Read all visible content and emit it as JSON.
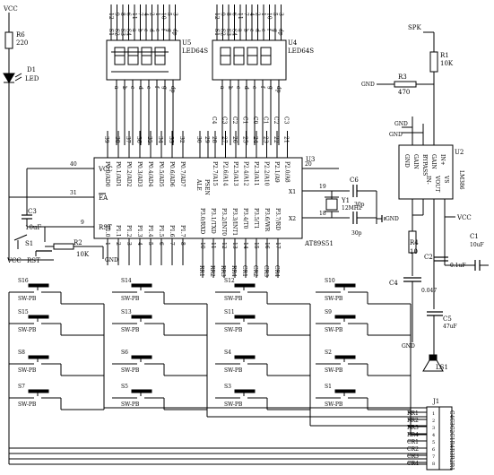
{
  "power": {
    "vcc_top": "VCC",
    "vcc_reset": "VCC",
    "vcc_amp": "VCC",
    "gnd": "GND"
  },
  "led_circuit": {
    "r6_ref": "R6",
    "r6_val": "220",
    "d1_ref": "D1",
    "d1_val": "LED"
  },
  "displays": [
    {
      "ref": "U5",
      "part": "LED64S",
      "top_pins": [
        "12",
        "9",
        "8",
        "6",
        "11",
        "7",
        "4",
        "2",
        "1",
        "10",
        "5",
        "3"
      ],
      "top_names": [
        "S1",
        "S2",
        "S3",
        "S4",
        "a",
        "b",
        "c",
        "d",
        "e",
        "f",
        "g",
        "dp"
      ],
      "bottom_names": [
        "a",
        "b",
        "c",
        "d",
        "e",
        "f",
        "g",
        "dp"
      ]
    },
    {
      "ref": "U4",
      "part": "LED64S",
      "top_pins": [
        "12",
        "9",
        "8",
        "6",
        "11",
        "7",
        "4",
        "2",
        "1",
        "10",
        "5",
        "3"
      ],
      "top_names": [
        "S1",
        "S2",
        "S3",
        "S4",
        "a",
        "b",
        "c",
        "d",
        "e",
        "f",
        "g",
        "dp"
      ],
      "bottom_names": [
        "a",
        "b",
        "c",
        "d",
        "e",
        "f",
        "g",
        "dp"
      ]
    }
  ],
  "mcu": {
    "ref": "U3",
    "part": "AT89S51",
    "vcc_label": "VCC",
    "vcc_pin": "40",
    "ea_label": "EA",
    "ea_pin": "31",
    "rst_label": "RST",
    "rst_pin": "9",
    "gnd_label": "GND",
    "gnd_pin": "20",
    "x1_label": "X1",
    "x1_pin": "19",
    "x2_label": "X2",
    "x2_pin": "18",
    "ale_label": "ALE",
    "psen_label": "PSEN",
    "ale_pin": "30",
    "psen_pin": "29",
    "p0": [
      "P0.0/AD0",
      "P0.1/AD1",
      "P0.2/AD2",
      "P0.3/AD3",
      "P0.4/AD4",
      "P0.5/AD5",
      "P0.6/AD6",
      "P0.7/AD7"
    ],
    "p0_pins": [
      "39",
      "38",
      "37",
      "36",
      "35",
      "34",
      "33",
      "32"
    ],
    "p2": [
      "P2.7/A15",
      "P2.6/A14",
      "P2.5/A13",
      "P2.4/A12",
      "P2.3/A11",
      "P2.2/A10",
      "P2.1/A9",
      "P2.0/A8"
    ],
    "p2_pins": [
      "28",
      "27",
      "26",
      "25",
      "24",
      "23",
      "22",
      "21"
    ],
    "p1": [
      "P1.0",
      "P1.1",
      "P1.2",
      "P1.3",
      "P1.4",
      "P1.5",
      "P1.6",
      "P1.7"
    ],
    "p1_pins": [
      "1",
      "2",
      "3",
      "4",
      "5",
      "6",
      "7",
      "8"
    ],
    "p3": [
      "P3.0/RXD",
      "P3.1/TXD",
      "P3.2/INT0",
      "P3.3/INT1",
      "P3.4/T0",
      "P3.5/T1",
      "P3.6/WR",
      "P3.7/RD"
    ],
    "p3_pins": [
      "10",
      "11",
      "12",
      "13",
      "14",
      "15",
      "16",
      "17"
    ],
    "p3_nets": [
      "RR1",
      "RR2",
      "RR3",
      "RR4",
      "CR1",
      "CR2",
      "CR3",
      "CR4"
    ],
    "p2_nets": [
      "C4",
      "C3",
      "C2",
      "C1",
      "C0",
      "C1",
      "C2",
      "C3"
    ]
  },
  "reset_circuit": {
    "c3_ref": "C3",
    "c3_val": "10uF",
    "r2_ref": "R2",
    "r2_val": "10K",
    "sw_ref": "S1",
    "sw_label": "RST"
  },
  "crystal": {
    "y1_ref": "Y1",
    "y1_val": "12MHz",
    "c6_ref": "C6",
    "c6_val": "30p",
    "c7_val": "30p"
  },
  "amplifier": {
    "ref": "U2",
    "part": "LM386",
    "pins": [
      "GND",
      "GAIN",
      "BYPASS",
      "GAIN",
      "IN+",
      "IN-",
      "VOUT",
      "VS"
    ],
    "r1_ref": "R1",
    "r1_val": "10K",
    "r3_ref": "R3",
    "r3_val": "470",
    "spk": "SPK",
    "r4_ref": "R4",
    "r4_val": "10",
    "c1_ref": "C1",
    "c1_val": "10uF",
    "c2_ref": "C2",
    "c2_val": "0.1uF",
    "c4_ref": "C4",
    "c4_val": "0.047",
    "c5_ref": "C5",
    "c5_val": "47uF",
    "ls_ref": "LS1"
  },
  "keypad": {
    "type_label": "SW-PB",
    "rows": [
      [
        "S16",
        "S14",
        "S12",
        "S10"
      ],
      [
        "S15",
        "S13",
        "S11",
        "S9"
      ],
      [
        "S8",
        "S6",
        "S4",
        "S2"
      ],
      [
        "S7",
        "S5",
        "S3",
        "S1"
      ]
    ]
  },
  "connector": {
    "ref": "J1",
    "nets": [
      "RR1",
      "RR2",
      "RR3",
      "RR4",
      "CR1",
      "CR2",
      "CR3",
      "CR4"
    ],
    "pins": [
      "1",
      "2",
      "3",
      "4",
      "5",
      "6",
      "7",
      "8"
    ],
    "bottom_text": [
      "C4",
      "C3",
      "C2",
      "C1",
      "R4",
      "R3",
      "R2",
      "R1"
    ]
  }
}
